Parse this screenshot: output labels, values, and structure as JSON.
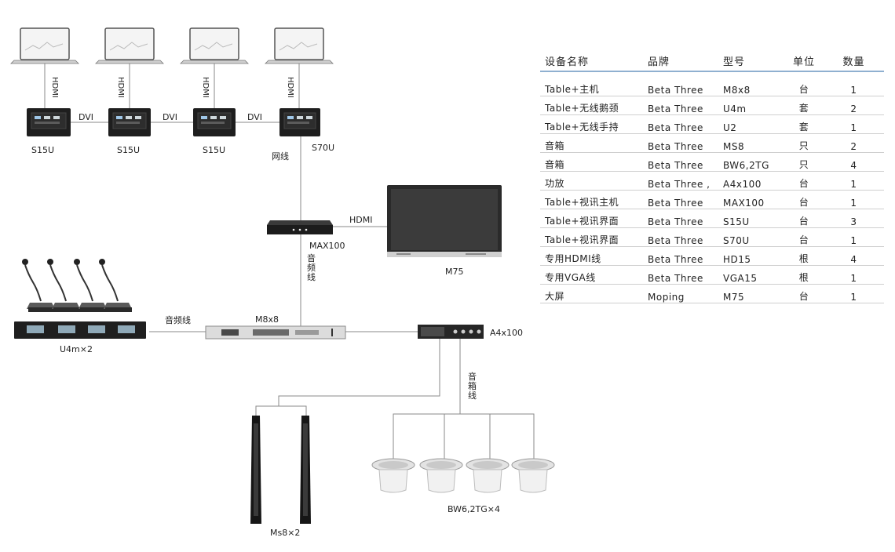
{
  "diagram": {
    "links": {
      "hdmi": "HDMI",
      "dvi": "DVI",
      "network": "网线",
      "audio_vertical": "音\n频\n线",
      "audio_horizontal": "音频线",
      "hdmi_display": "HDMI",
      "speaker_cable": "音\n箱\n线"
    },
    "devices": {
      "panel_1": "S15U",
      "panel_2": "S15U",
      "panel_3": "S15U",
      "panel_4": "S70U",
      "video_host": "MAX100",
      "display": "M75",
      "mic_system": "U4m×2",
      "processor": "M8x8",
      "amplifier": "A4x100",
      "column_speakers": "Ms8×2",
      "ceiling_speakers": "BW6,2TG×4"
    }
  },
  "table": {
    "headers": [
      "设备名称",
      "品牌",
      "型号",
      "单位",
      "数量"
    ],
    "rows": [
      [
        "Table+主机",
        "Beta Three",
        "M8x8",
        "台",
        "1"
      ],
      [
        "Table+无线鹅颈",
        "Beta Three",
        "U4m",
        "套",
        "2"
      ],
      [
        "Table+无线手持",
        "Beta Three",
        "U2",
        "套",
        "1"
      ],
      [
        "音箱",
        "Beta Three",
        "MS8",
        "只",
        "2"
      ],
      [
        "音箱",
        "Beta Three",
        "BW6,2TG",
        "只",
        "4"
      ],
      [
        "功放",
        "Beta Three ,",
        "A4x100",
        "台",
        "1"
      ],
      [
        "Table+视讯主机",
        "Beta Three",
        "MAX100",
        "台",
        "1"
      ],
      [
        "Table+视讯界面",
        "Beta Three",
        "S15U",
        "台",
        "3"
      ],
      [
        "Table+视讯界面",
        "Beta Three",
        "S70U",
        "台",
        "1"
      ],
      [
        "专用HDMI线",
        "Beta Three",
        "HD15",
        "根",
        "4"
      ],
      [
        "专用VGA线",
        "Beta Three",
        "VGA15",
        "根",
        "1"
      ],
      [
        "大屏",
        "Moping",
        "M75",
        "台",
        "1"
      ]
    ]
  }
}
